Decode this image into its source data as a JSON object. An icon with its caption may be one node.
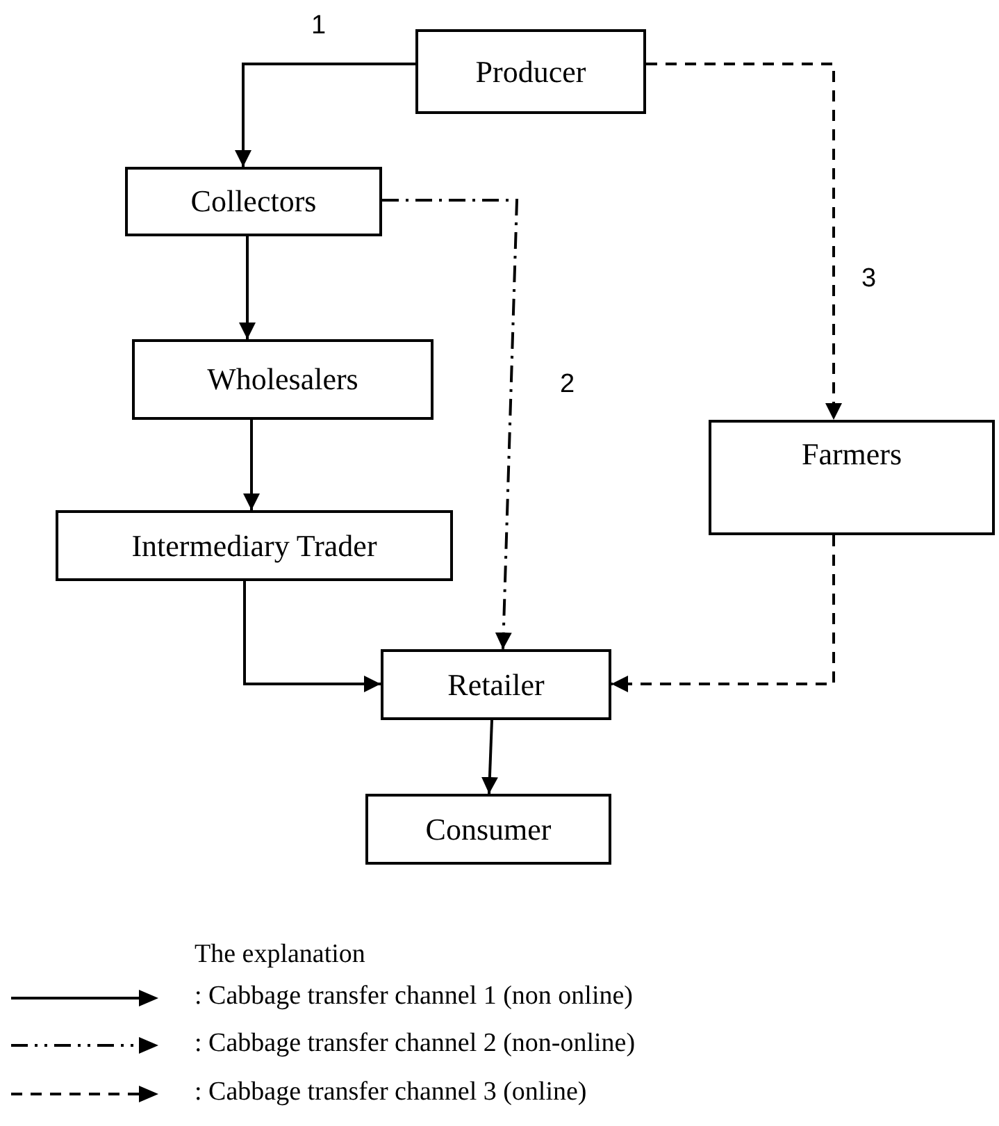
{
  "diagram": {
    "nodes": [
      {
        "text": [
          "Producer"
        ]
      },
      {
        "text": [
          "Collectors"
        ]
      },
      {
        "text": [
          "Wholesalers"
        ]
      },
      {
        "text": [
          "Intermediary Trader"
        ]
      },
      {
        "text": [
          "Retailer"
        ]
      },
      {
        "text": [
          "Consumer"
        ]
      },
      {
        "text": [
          "Farmers"
        ]
      }
    ],
    "edges": [
      {
        "from": 0,
        "to": 1,
        "arrow": "to",
        "label": "1"
      },
      {
        "from": 1,
        "to": 2,
        "arrow": "to"
      },
      {
        "from": 2,
        "to": 3,
        "arrow": "to"
      },
      {
        "from": 3,
        "to": 4,
        "arrow": "to"
      },
      {
        "from": 4,
        "to": 5,
        "arrow": "to"
      },
      {
        "from": 1,
        "to": 4,
        "arrow": "to",
        "label": "2",
        "style": "dashed"
      },
      {
        "from": 0,
        "to": 6,
        "arrow": "to",
        "label": "3",
        "style": "dashed"
      },
      {
        "from": 6,
        "to": 4,
        "arrow": "to",
        "style": "dashed"
      }
    ],
    "labels": [
      "The explanation"
    ],
    "legend": [
      {
        "text": ": Cabbage transfer channel 1 (non online)"
      },
      {
        "text": ": Cabbage transfer channel 2 (non-online)"
      },
      {
        "text": ": Cabbage transfer channel 3 (online)"
      }
    ]
  }
}
